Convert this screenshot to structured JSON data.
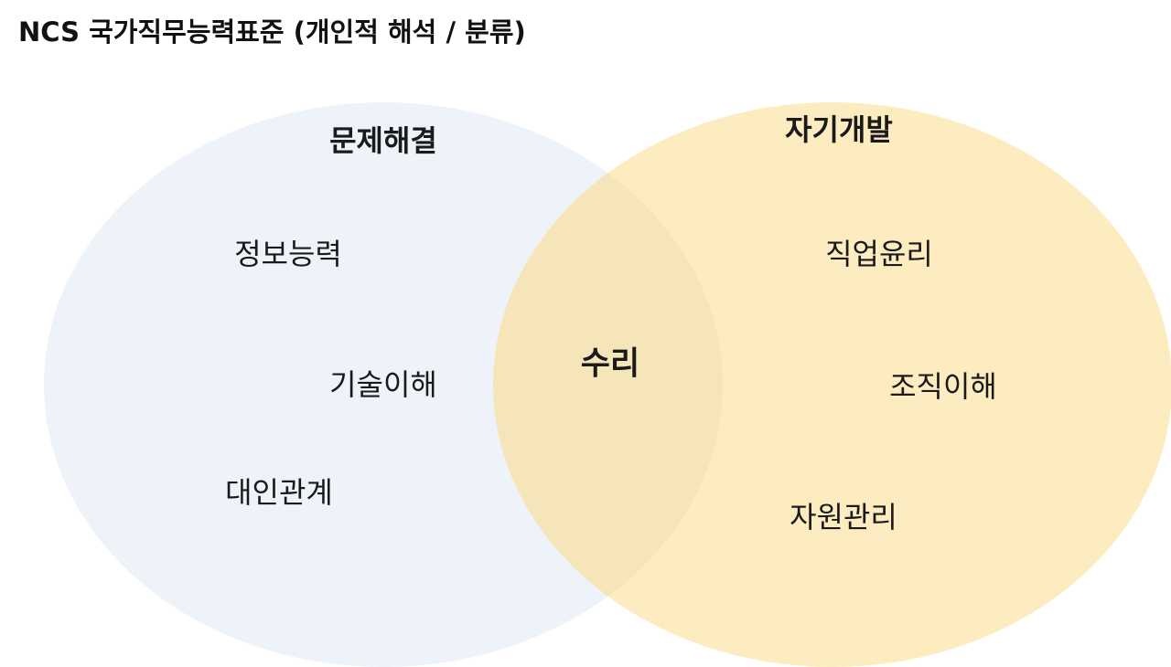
{
  "title": "NCS 국가직무능력표준 (개인적 해석 / 분류)",
  "colors": {
    "left_circle": "#dce8f5",
    "right_circle": "#fbe7b3",
    "overlap": "#f6e2b0"
  },
  "left_group": {
    "label": "문제해결",
    "items": [
      "정보능력",
      "기술이해",
      "대인관계"
    ]
  },
  "right_group": {
    "label": "자기개발",
    "items": [
      "직업윤리",
      "조직이해",
      "자원관리"
    ]
  },
  "intersection": {
    "label": "수리"
  }
}
